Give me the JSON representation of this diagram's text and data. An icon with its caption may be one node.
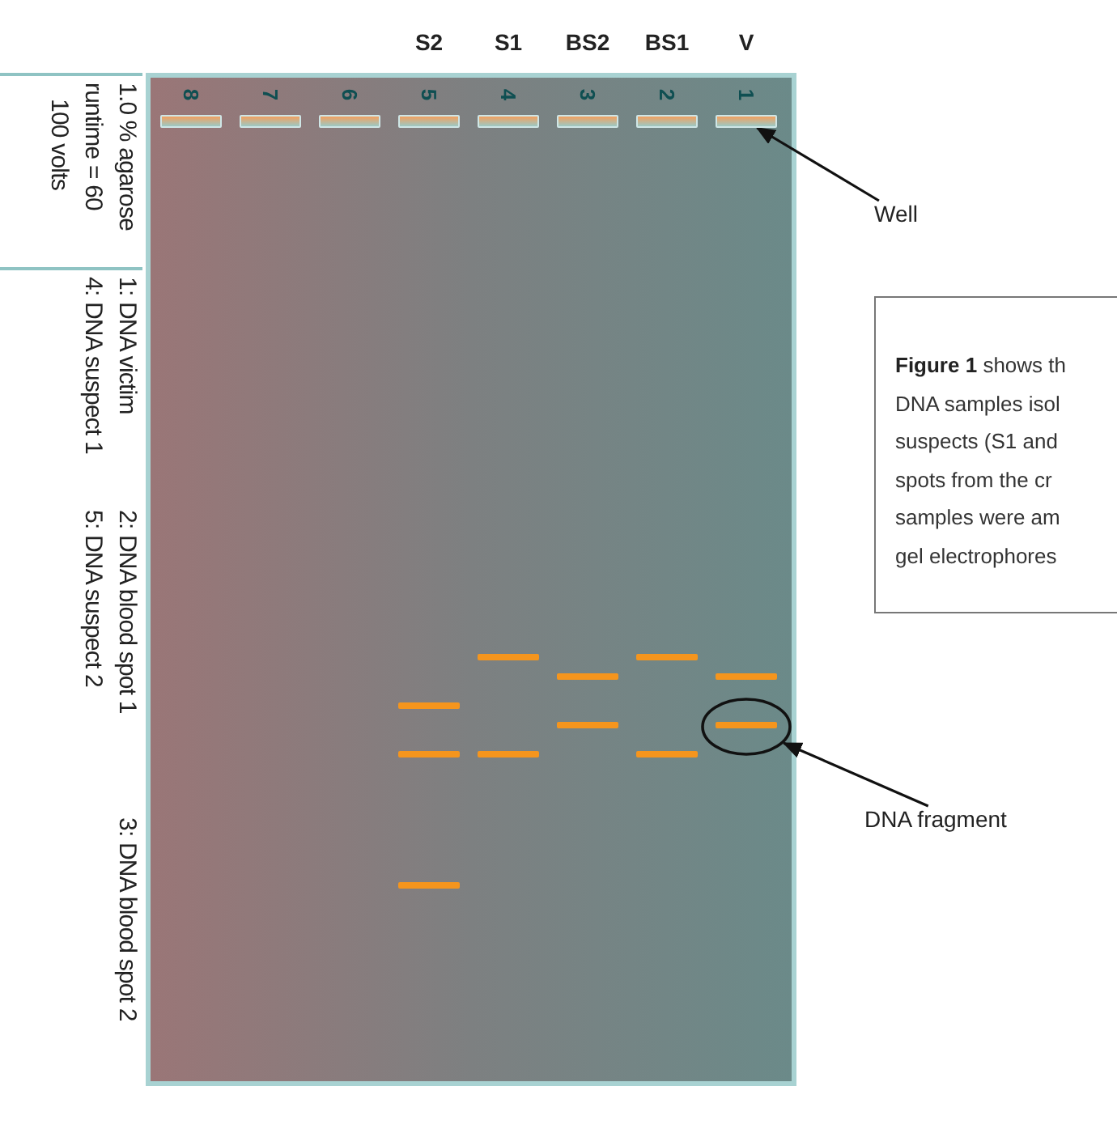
{
  "diagram": {
    "nodes": [
      {
        "text": [],
        "shape": "box"
      },
      {
        "text": [],
        "shape": "box"
      },
      {
        "text": [],
        "shape": "box"
      },
      {
        "text": [],
        "shape": "box"
      },
      {
        "text": [],
        "shape": "box"
      },
      {
        "text": [],
        "shape": "box"
      },
      {
        "text": [],
        "shape": "box"
      },
      {
        "text": [],
        "shape": "box"
      },
      {
        "text": [
          "Well"
        ]
      },
      {
        "text": [
          "**Figure 1** shows th DNA samples isol suspects (S1 and spots from the cr samples were am gel electrophores"
        ]
      },
      {
        "text": [],
        "shape": "circle"
      },
      {
        "text": [
          "DNA fragment"
        ]
      }
    ],
    "edges": [
      {
        "from": 8,
        "to": 7,
        "arrow": "to"
      },
      {
        "from": 11,
        "to": 10,
        "arrow": "to"
      }
    ],
    "labels": [
      "S2",
      "S1",
      "BS2",
      "BS1",
      "V",
      "8",
      "7",
      "6",
      "5",
      "4",
      "3",
      "2",
      "1",
      "1.0 % agarose",
      "1: DNA victim",
      "2: DNA blood spot 1",
      "3: DNA blood spot 2",
      "runtime = 60",
      "4: DNA suspect 1",
      "5: DNA suspect 2",
      "100 volts"
    ]
  }
}
